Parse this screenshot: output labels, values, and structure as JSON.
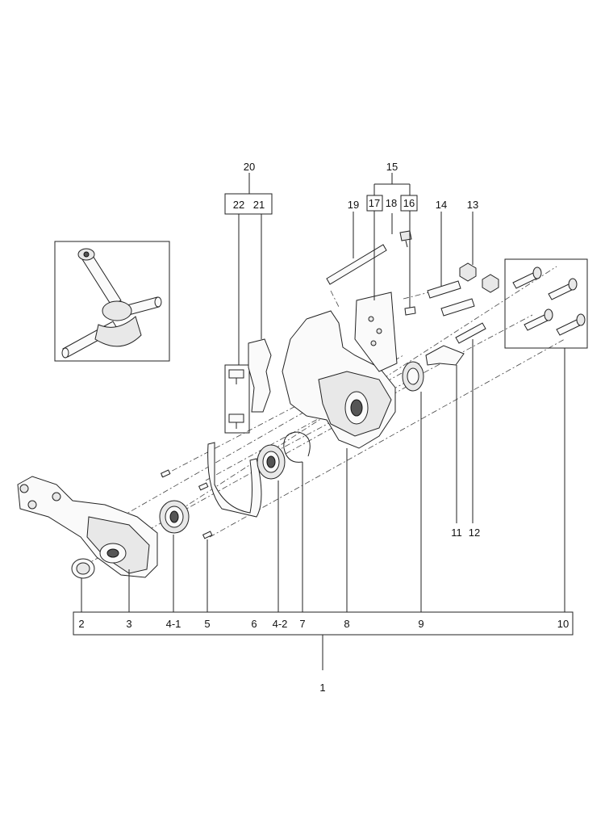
{
  "callouts": {
    "c1": "1",
    "c2": "2",
    "c3": "3",
    "c4_1": "4-1",
    "c5": "5",
    "c6": "6",
    "c4_2": "4-2",
    "c7": "7",
    "c8": "8",
    "c9": "9",
    "c10": "10",
    "c11": "11",
    "c12": "12",
    "c13": "13",
    "c14": "14",
    "c15": "15",
    "c16": "16",
    "c17": "17",
    "c18": "18",
    "c19": "19",
    "c20": "20",
    "c21": "21",
    "c22": "22"
  },
  "icons": {
    "crankshaft": "crankshaft-icon",
    "crankcase": "crankcase-icon",
    "bearing": "bearing-icon",
    "gasket": "gasket-icon",
    "bolt": "bolt-icon",
    "nut": "nut-icon"
  }
}
